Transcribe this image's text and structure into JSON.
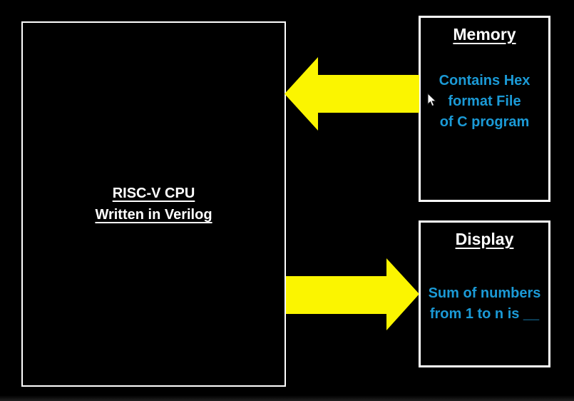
{
  "colors": {
    "background": "#000000",
    "box_border": "#ffffff",
    "title_text": "#ffffff",
    "body_text_blue": "#1b9ad6",
    "arrow_yellow": "#fbf500"
  },
  "cpu_box": {
    "line1": "RISC-V CPU",
    "line2": "Written in Verilog"
  },
  "memory_box": {
    "title": "Memory",
    "lines": [
      "Contains Hex",
      "format File",
      "of C program"
    ]
  },
  "display_box": {
    "title": "Display",
    "lines": [
      "Sum of numbers",
      "from 1 to n is __"
    ]
  },
  "arrows": [
    {
      "name": "memory-to-cpu",
      "direction": "left",
      "color": "#fbf500"
    },
    {
      "name": "cpu-to-display",
      "direction": "right",
      "color": "#fbf500"
    }
  ],
  "icons": {
    "cursor": "mouse-pointer-icon"
  }
}
